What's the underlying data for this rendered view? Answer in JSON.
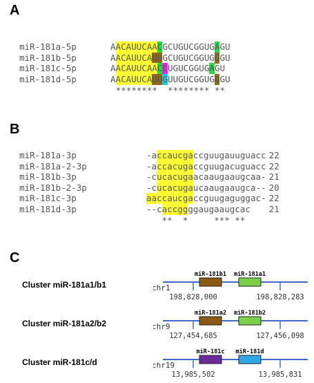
{
  "colors": {
    "yellow": "#ffff33",
    "green": "#22dd44",
    "brown": "#8a6a1e",
    "magenta": "#ee22ee",
    "cyan": "#22cce8",
    "line": "#3a6fc9",
    "box_brown": "#8b5a14",
    "box_green": "#7bd14a",
    "box_purple": "#6a2a9a",
    "box_cyan": "#2ea8e8"
  },
  "panel_a": {
    "label": "A",
    "rows": [
      {
        "name": "miR-181a-5p",
        "seq": "AACAUUCAACGCUGUCGGUGAGU",
        "hl": "wyyyyyyyygwwwwwwwwwwgww"
      },
      {
        "name": "miR-181b-5p",
        "seq": "AACAUUCAUUGCUGUCGGUGGGU",
        "hl": "wyyyyyyybbwwwwwwwwwwbww"
      },
      {
        "name": "miR-181c-5p",
        "seq": "AACAUUCAACCUGUCGGUGAGU",
        "hl": "wyyyyyyyygmwwwwwwwwgww"
      },
      {
        "name": "miR-181d-5p",
        "seq": "AACAUUCAUUGUUGUCGGUGGGU",
        "hl": "wyyyyyyybbcwwwwwwwwwbww"
      }
    ],
    "conservation": " ********  ******** ** "
  },
  "panel_b": {
    "label": "B",
    "rows": [
      {
        "name": "miR-181a-3p",
        "seq": "-accaucgaccguugauuguacc",
        "hl": "wwyyyyyyywwwwwwwwwwwwww",
        "len": "22"
      },
      {
        "name": "miR-181a-2-3p",
        "seq": "-accacugaccguugacuguacc",
        "hl": "wwyyyyyyywwwwwwwwwwwwww",
        "len": "22"
      },
      {
        "name": "miR-181b-3p",
        "seq": "-cucacugaacaaugaaugcaa-",
        "hl": "wwyyyyyyywwwwwwwwwwwwww",
        "len": "21"
      },
      {
        "name": "miR-181b-2-3p",
        "seq": "-cucacugaucaaugaaugca--",
        "hl": "wwyyyyyyywwwwwwwwwwwwww",
        "len": "20"
      },
      {
        "name": "miR-181c-3p",
        "seq": "aaccaucgaccguugaguggac-",
        "hl": "yyyyyyyyywwwwwwwwwwwwww",
        "len": "22"
      },
      {
        "name": "miR-181d-3p",
        "seq": "--caccggggaugaaugcac",
        "hl": "wwwyyyyywwwwwwwwwwwwww",
        "len": "21"
      }
    ],
    "conservation": "   **  *     *** **"
  },
  "panel_c": {
    "label": "C",
    "clusters": [
      {
        "title": "Cluster miR-181a1/b1",
        "chrom": "chr1",
        "left_mir": "miR-181b1",
        "right_mir": "miR-181a1",
        "left_color": "box_brown",
        "right_color": "box_green",
        "left_coord": "198,828,000",
        "right_coord": "198,828,283"
      },
      {
        "title": "Cluster miR-181a2/b2",
        "chrom": "chr9",
        "left_mir": "miR-181a2",
        "right_mir": "miR-181b2",
        "left_color": "box_brown",
        "right_color": "box_green",
        "left_coord": "127,454,685",
        "right_coord": "127,456,098"
      },
      {
        "title": "Cluster miR-181c/d",
        "chrom": "chr19",
        "left_mir": "miR-181c",
        "right_mir": "miR-181d",
        "left_color": "box_purple",
        "right_color": "box_cyan",
        "left_coord": "13,985,502",
        "right_coord": "13,985,831"
      }
    ]
  }
}
